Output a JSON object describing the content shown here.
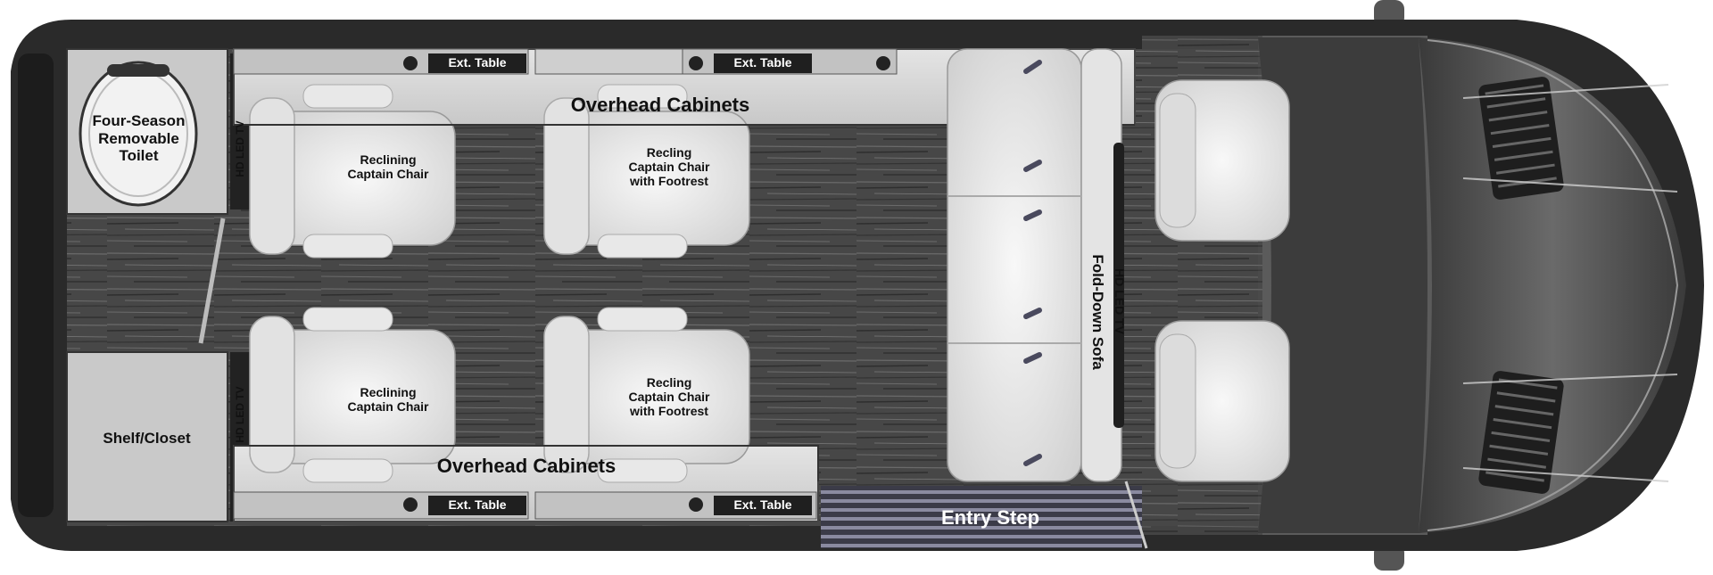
{
  "labels": {
    "toilet": "Four-Season\nRemovable\nToilet",
    "closet": "Shelf/Closet",
    "overhead_top": "Overhead Cabinets",
    "overhead_bottom": "Overhead Cabinets",
    "chair_top_left": "Reclining\nCaptain Chair",
    "chair_top_mid": "Recling\nCaptain Chair\nwith Footrest",
    "chair_bottom_left": "Reclining\nCaptain Chair",
    "chair_bottom_mid": "Recling\nCaptain Chair\nwith Footrest",
    "sofa": "Fold-Down Sofa",
    "sofa_tv": "HD LED TV",
    "tv_top": "HD LED TV",
    "tv_bottom": "HD LED TV",
    "entry_step": "Entry Step",
    "ext_table_top_1": "Ext. Table",
    "ext_table_top_2": "Ext. Table",
    "ext_table_bottom_1": "Ext. Table",
    "ext_table_bottom_2": "Ext. Table"
  },
  "colors": {
    "body_dark": "#2a2a2a",
    "floor": "#4a4a4a",
    "cabinet": "#d8d8d8",
    "seat": "#eeeeee",
    "step": "#6e6e80"
  }
}
